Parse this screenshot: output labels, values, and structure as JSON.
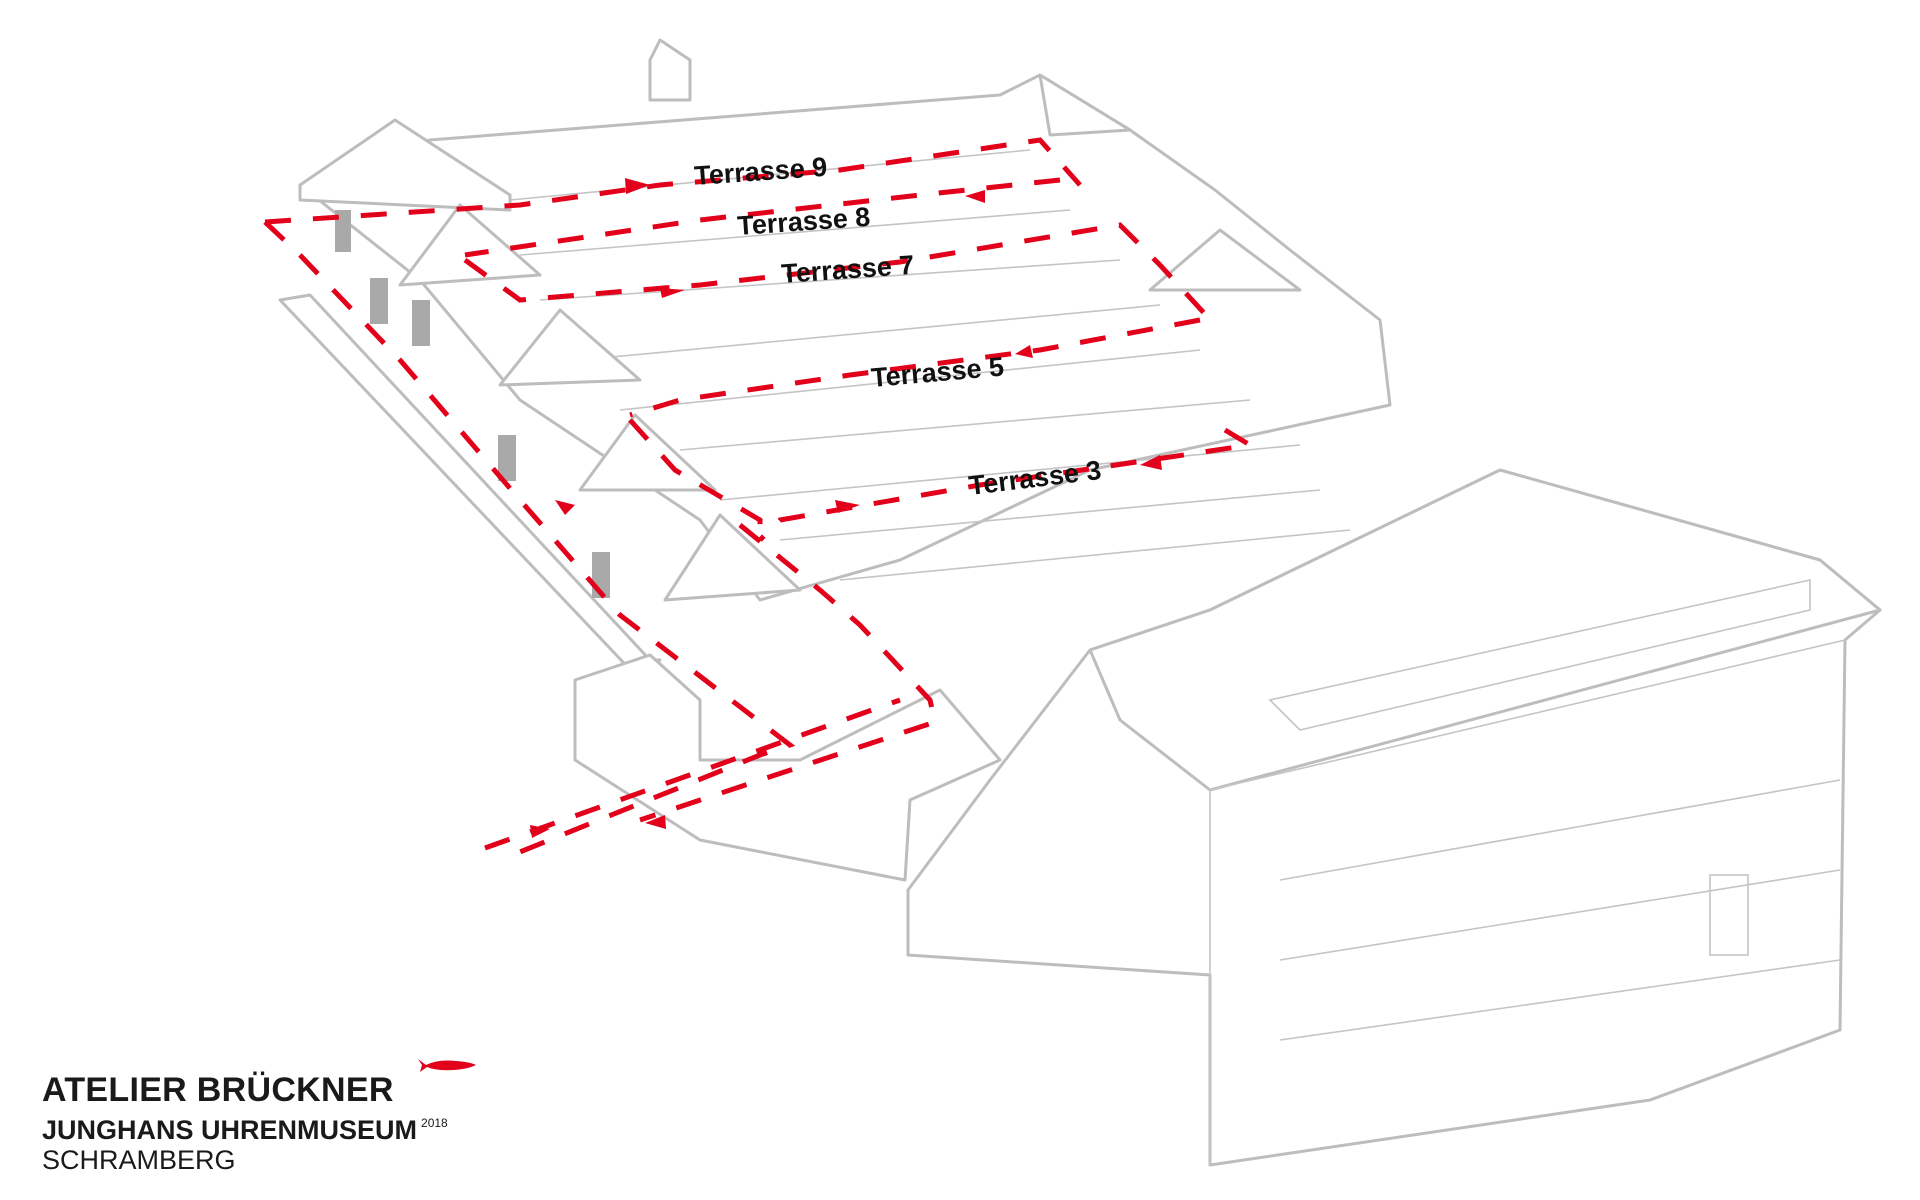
{
  "diagram": {
    "terraces": [
      {
        "label": "Terrasse 9"
      },
      {
        "label": "Terrasse 8"
      },
      {
        "label": "Terrasse 7"
      },
      {
        "label": "Terrasse 5"
      },
      {
        "label": "Terrasse 3"
      }
    ],
    "route_color": "#e2001a",
    "line_color": "#bdbdbd"
  },
  "logo": {
    "line1": "ATELIER BRÜCKNER",
    "line2": "JUNGHANS UHRENMUSEUM",
    "year": "2018",
    "line3": "SCHRAMBERG",
    "fish_icon": "fish-icon",
    "fish_color": "#e2001a"
  }
}
